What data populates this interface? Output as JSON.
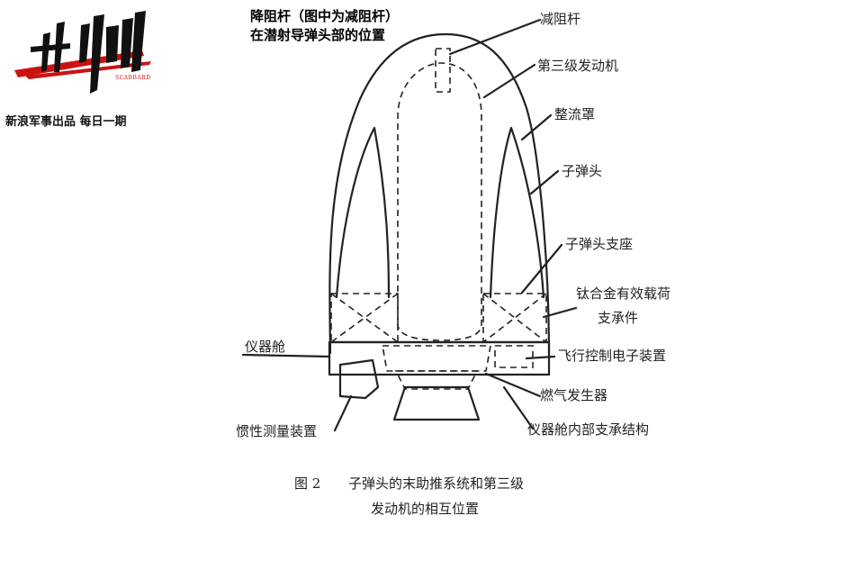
{
  "logo": {
    "name_cn": "出鞘",
    "name_en": "SCABBARD",
    "tagline": "新浪军事出品 每日一期",
    "brand_color": "#cc1111"
  },
  "annotation": {
    "line1": "降阻杆（图中为减阻杆）",
    "line2": "在潜射导弹头部的位置"
  },
  "labels": {
    "drag_rod": "减阻杆",
    "third_stage": "第三级发动机",
    "fairing": "整流罩",
    "sub_warhead": "子弹头",
    "warhead_mount": "子弹头支座",
    "ti_support_1": "钛合金有效载荷",
    "ti_support_2": "支承件",
    "instrument_bay": "仪器舱",
    "flight_control": "飞行控制电子装置",
    "gas_generator": "燃气发生器",
    "imu": "惯性测量装置",
    "internal_structure": "仪器舱内部支承结构"
  },
  "caption": {
    "figure_no": "图 2",
    "line1": "子弹头的末助推系统和第三级",
    "line2": "发动机的相互位置"
  }
}
